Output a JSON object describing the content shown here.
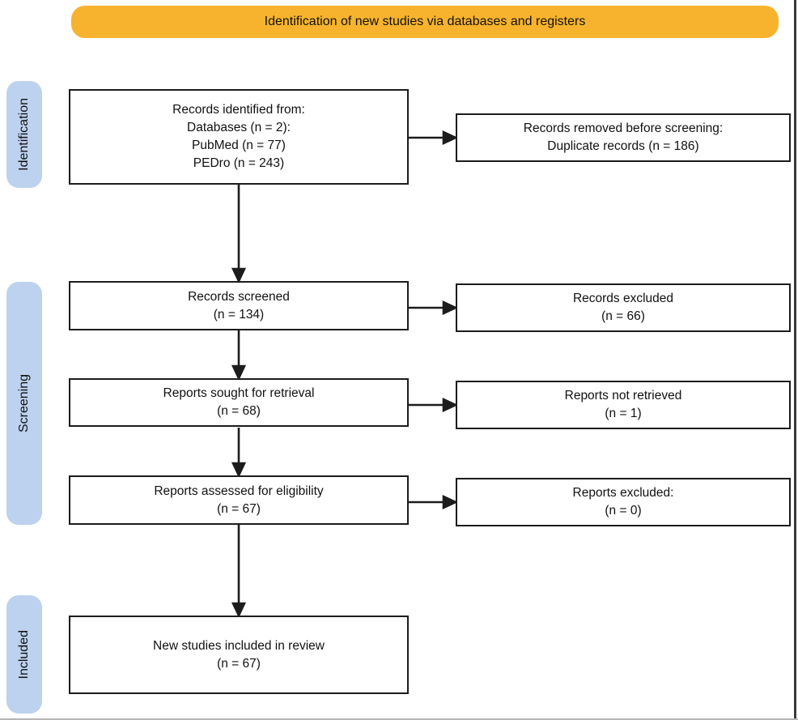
{
  "banner": {
    "label": "Identification of new studies via databases and registers"
  },
  "colors": {
    "banner_bg": "#F7B32D",
    "stage_bg": "#BDD2EE",
    "box_border": "#1c1c1c",
    "arrow": "#1c1c1c",
    "text": "#111111"
  },
  "stages": [
    {
      "label": "Identification"
    },
    {
      "label": "Screening"
    },
    {
      "label": "Included"
    }
  ],
  "flow": {
    "identified": {
      "lines": [
        "Records identified from:",
        "Databases (n = 2):",
        "PubMed (n = 77)",
        "PEDro (n = 243)"
      ]
    },
    "removed": {
      "lines": [
        "Records removed before screening:",
        "Duplicate records (n = 186)"
      ]
    },
    "screened": {
      "lines": [
        "Records screened",
        "(n = 134)"
      ]
    },
    "excluded": {
      "lines": [
        "Records excluded",
        "(n = 66)"
      ]
    },
    "sought": {
      "lines": [
        "Reports sought for retrieval",
        "(n = 68)"
      ]
    },
    "not_retrieved": {
      "lines": [
        "Reports not retrieved",
        "(n = 1)"
      ]
    },
    "assessed": {
      "lines": [
        "Reports assessed for eligibility",
        "(n = 67)"
      ]
    },
    "reports_excluded": {
      "lines": [
        "Reports excluded:",
        "(n = 0)"
      ]
    },
    "included": {
      "lines": [
        "New studies included in review",
        "(n = 67)"
      ]
    }
  }
}
